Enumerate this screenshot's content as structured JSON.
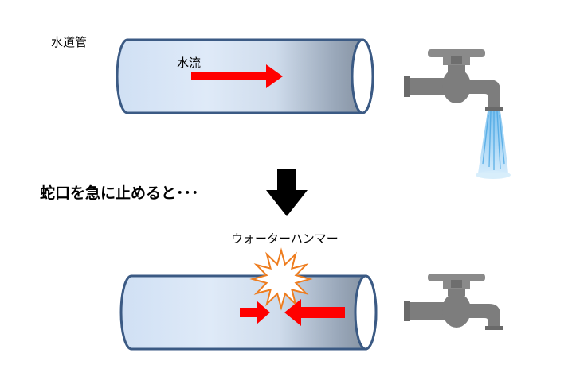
{
  "labels": {
    "pipe": "水道管",
    "flow": "水流",
    "caption": "蛇口を急に止めると･･･",
    "hammer": "ウォーターハンマー"
  },
  "colors": {
    "pipe_stroke": "#3b5a84",
    "pipe_light": "#dde9f8",
    "pipe_dark": "#8a97a8",
    "arrow": "#ff0000",
    "faucet": "#7d7d7d",
    "water": "#7fc4ee",
    "burst_stroke": "#ee7d1f"
  },
  "icons": {
    "faucet": "faucet-icon",
    "water": "water-stream-icon",
    "burst": "impact-burst-icon",
    "down_arrow": "down-arrow-icon"
  }
}
